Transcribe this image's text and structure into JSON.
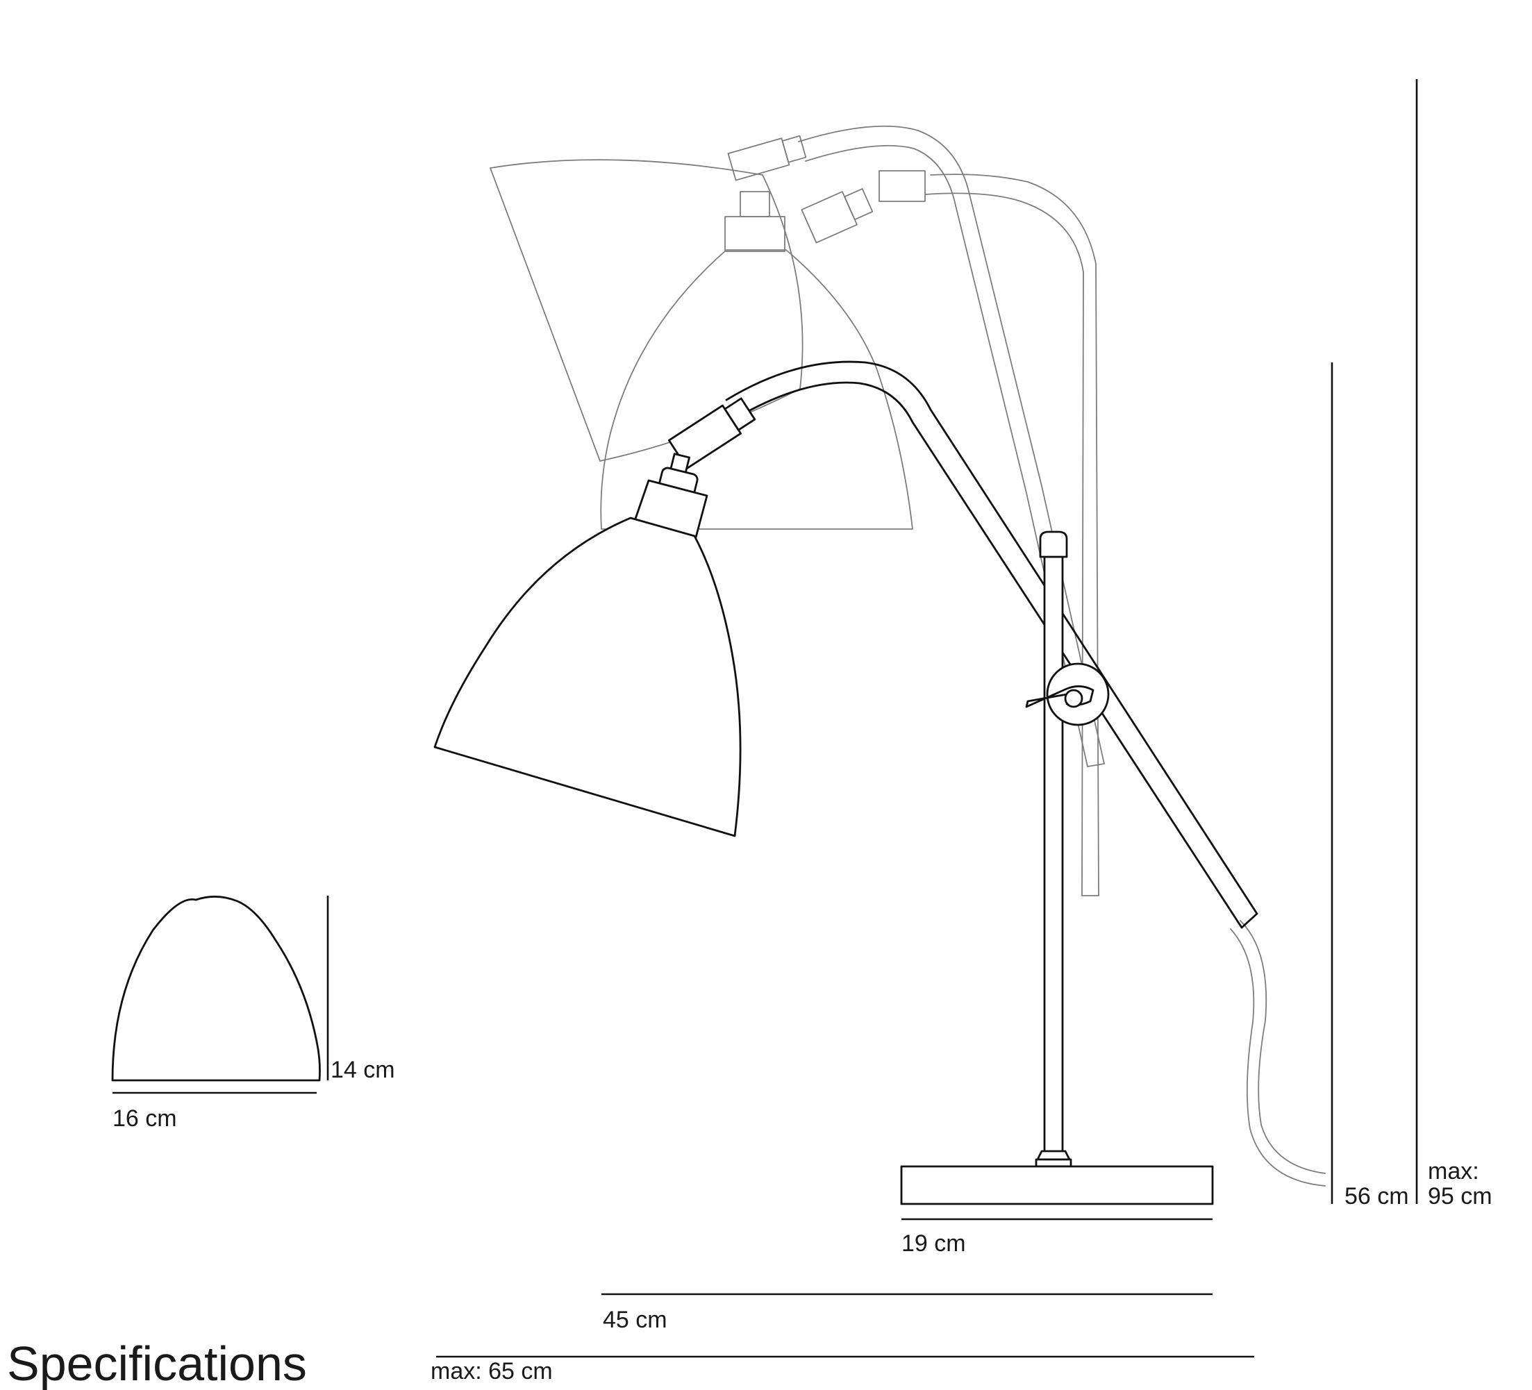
{
  "heading": "Specifications",
  "dimensions": {
    "shade_height": "14 cm",
    "shade_width": "16 cm",
    "base_width": "19 cm",
    "reach": "45 cm",
    "max_reach": "max: 65 cm",
    "height": "56 cm",
    "max_height_prefix": "max:",
    "max_height_value": "95 cm"
  },
  "colors": {
    "line": "#111111",
    "ghost_line": "#7d7d7d",
    "background": "#ffffff"
  }
}
